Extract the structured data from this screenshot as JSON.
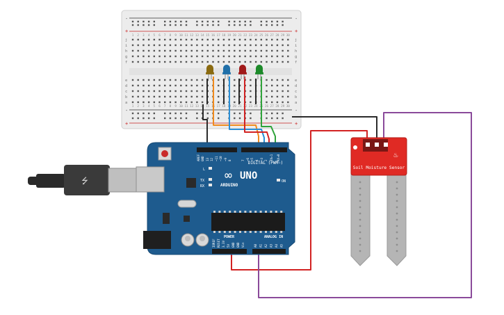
{
  "breadboard": {
    "row_letters_top": [
      "j",
      "i",
      "h",
      "g",
      "f"
    ],
    "row_letters_bottom": [
      "e",
      "d",
      "c",
      "b",
      "a"
    ],
    "column_numbers": [
      "1",
      "2",
      "3",
      "4",
      "5",
      "6",
      "7",
      "8",
      "9",
      "10",
      "11",
      "12",
      "13",
      "14",
      "15",
      "16",
      "17",
      "18",
      "19",
      "20",
      "21",
      "22",
      "23",
      "24",
      "25",
      "26",
      "27",
      "28",
      "29",
      "30"
    ],
    "rail_plus": "+",
    "rail_minus": "-"
  },
  "leds": [
    {
      "name": "led-yellow",
      "color": "#8a6a10"
    },
    {
      "name": "led-blue",
      "color": "#1f6fa8"
    },
    {
      "name": "led-red",
      "color": "#a11a1a"
    },
    {
      "name": "led-green",
      "color": "#1d8a2a"
    }
  ],
  "arduino": {
    "logo_text": "UNO",
    "brand_text": "ARDUINO",
    "digital_header": "DIGITAL (PWM~)",
    "digital_pins": [
      "AREF",
      "GND",
      "13",
      "12",
      "~11",
      "~10",
      "~9",
      "8",
      "7",
      "~6",
      "~5",
      "4",
      "~3",
      "2",
      "TX▸1",
      "RX◂0"
    ],
    "power_header": "POWER",
    "power_pins": [
      "IOREF",
      "RESET",
      "3.3V",
      "5V",
      "GND",
      "GND",
      "Vin"
    ],
    "analog_header": "ANALOG IN",
    "analog_pins": [
      "A0",
      "A1",
      "A2",
      "A3",
      "A4",
      "A5"
    ],
    "led_l": "L",
    "led_tx": "TX",
    "led_rx": "RX",
    "led_on": "ON",
    "board_color": "#1e5b8e"
  },
  "sensor": {
    "label": "Soil Moisture Sensor",
    "board_color": "#e02a24"
  },
  "wire_colors": {
    "black": "#2b2b2b",
    "orange": "#f08a1c",
    "blue": "#2b8fd6",
    "red": "#d22222",
    "green": "#2fa33a",
    "purple": "#8a4a9a"
  }
}
